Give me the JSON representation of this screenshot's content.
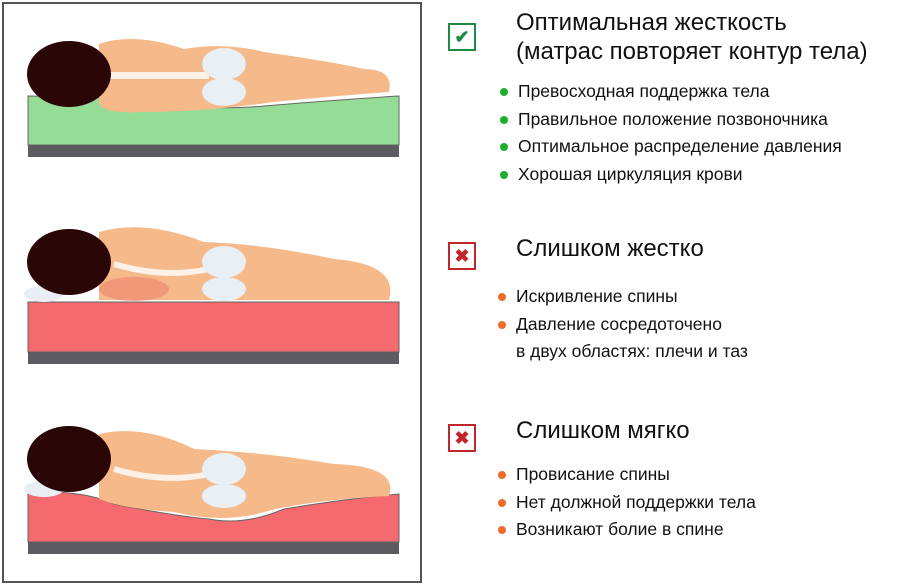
{
  "colors": {
    "good": "#1e8a45",
    "bad": "#c0272d",
    "good_bullet": "#1fae2a",
    "bad_bullet": "#f06a2a",
    "firm_mattress": "#95dd96",
    "hard_mattress": "#f46a6e",
    "base": "#5b5b60",
    "skin": "#f6b98a",
    "hair": "#2a0606"
  },
  "sections": [
    {
      "icon": "check-icon",
      "title_lines": [
        "Оптимальная жесткость",
        "(матрас повторяет контур тела)"
      ],
      "items": [
        "Превосходная поддержка тела",
        "Правильное положение позвоночника",
        "Оптимальное распределение давления",
        "Хорошая циркуляция крови"
      ]
    },
    {
      "icon": "cross-icon",
      "title_lines": [
        "Слишком жестко"
      ],
      "items": [
        "Искривление спины",
        "Давление сосредоточено",
        "в двух областях: плечи и таз"
      ]
    },
    {
      "icon": "cross-icon",
      "title_lines": [
        "Слишком мягко"
      ],
      "items": [
        "Провисание спины",
        "Нет должной поддержки тела",
        "Возникают болие в спине"
      ]
    }
  ]
}
